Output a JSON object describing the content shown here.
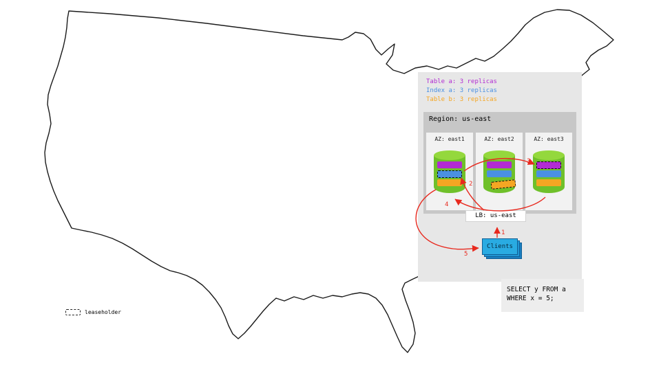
{
  "colors": {
    "table_a": "#b22bd3",
    "index_a": "#4a90e2",
    "table_b": "#f5a623",
    "arrow": "#e8291e",
    "cylinder_body": "#6fc02a",
    "cylinder_top": "#94d83d",
    "clients_front": "#29abe2"
  },
  "panel": {
    "legend": [
      {
        "label": "Table a: 3 replicas"
      },
      {
        "label": "Index a: 3 replicas"
      },
      {
        "label": "Table b: 3 replicas"
      }
    ],
    "region": {
      "label": "Region: us-east",
      "azs": [
        {
          "label": "AZ: east1",
          "leaseholder_of": "Index a"
        },
        {
          "label": "AZ: east2",
          "leaseholder_of": "Table b"
        },
        {
          "label": "AZ: east3",
          "leaseholder_of": "Table a"
        }
      ]
    },
    "lb_label": "LB: us-east",
    "clients_label": "Clients"
  },
  "flow": {
    "steps": [
      "1",
      "2",
      "3",
      "4",
      "5"
    ]
  },
  "sql": {
    "lines": [
      "SELECT y FROM a",
      "WHERE x = 5;"
    ]
  },
  "map_legend": {
    "label": "leaseholder"
  }
}
